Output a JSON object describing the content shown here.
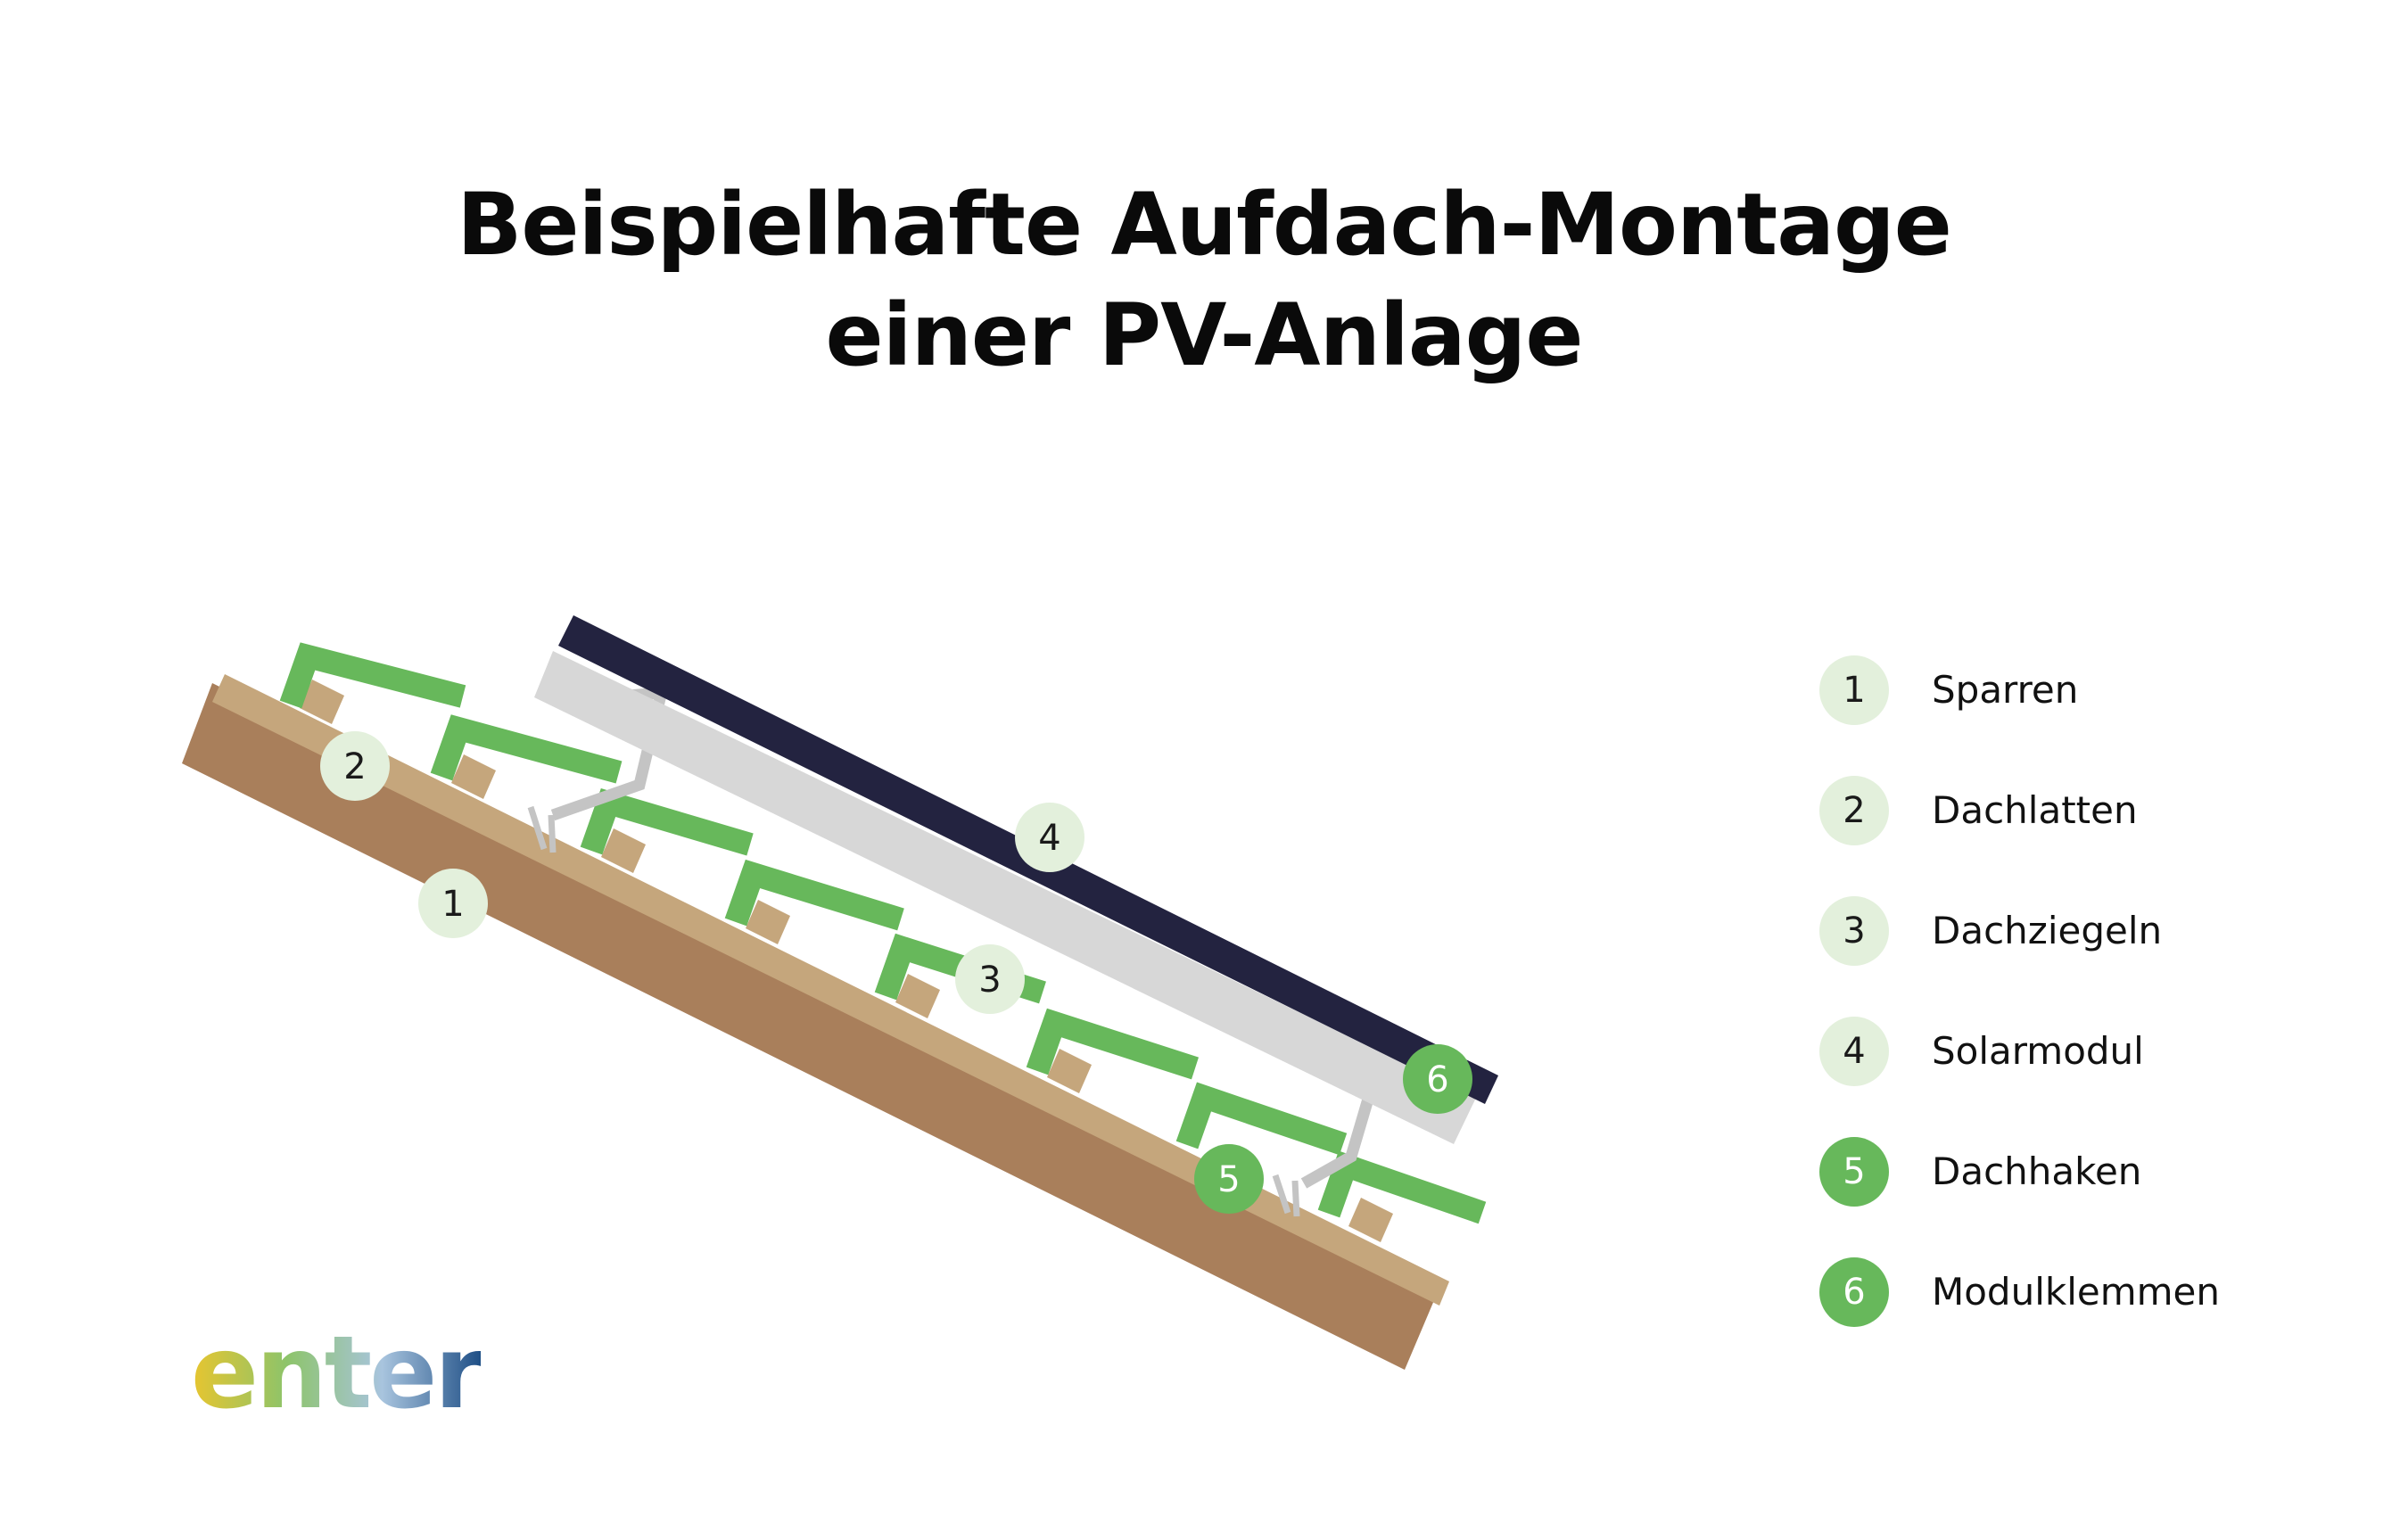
{
  "title": {
    "line1": "Beispielhafte Aufdach-Montage",
    "line2": "einer PV-Anlage"
  },
  "callouts": [
    {
      "number": "1",
      "style": "light"
    },
    {
      "number": "2",
      "style": "light"
    },
    {
      "number": "3",
      "style": "light"
    },
    {
      "number": "4",
      "style": "light"
    },
    {
      "number": "5",
      "style": "dark"
    },
    {
      "number": "6",
      "style": "dark"
    }
  ],
  "legend": [
    {
      "number": "1",
      "label": "Sparren",
      "style": "light"
    },
    {
      "number": "2",
      "label": "Dachlatten",
      "style": "light"
    },
    {
      "number": "3",
      "label": "Dachziegeln",
      "style": "light"
    },
    {
      "number": "4",
      "label": "Solarmodul",
      "style": "light"
    },
    {
      "number": "5",
      "label": "Dachhaken",
      "style": "dark"
    },
    {
      "number": "6",
      "label": "Modulklemmen",
      "style": "dark"
    }
  ],
  "logo": {
    "text": "enter"
  },
  "colors": {
    "rafter": "#a97f5b",
    "rafter_top": "#c5a67c",
    "tiles": "#67b85b",
    "module": "#232340",
    "rail": "#d7d7d7",
    "hook": "#c4c4c4",
    "badge_light": "#e3f0dc",
    "badge_dark": "#67b85b"
  }
}
